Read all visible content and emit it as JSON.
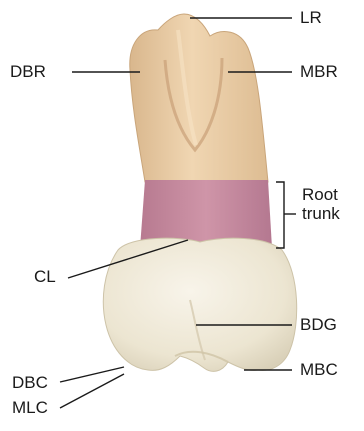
{
  "labels": {
    "lr": "LR",
    "dbr": "DBR",
    "mbr": "MBR",
    "root_trunk_line1": "Root",
    "root_trunk_line2": "trunk",
    "cl": "CL",
    "bdg": "BDG",
    "mbc": "MBC",
    "dbc": "DBC",
    "mlc": "MLC"
  },
  "colors": {
    "root": "#e7c9a0",
    "root_trunk_band": "#c4879c",
    "crown": "#efe8d6",
    "leader_line": "#1a1a1a"
  }
}
